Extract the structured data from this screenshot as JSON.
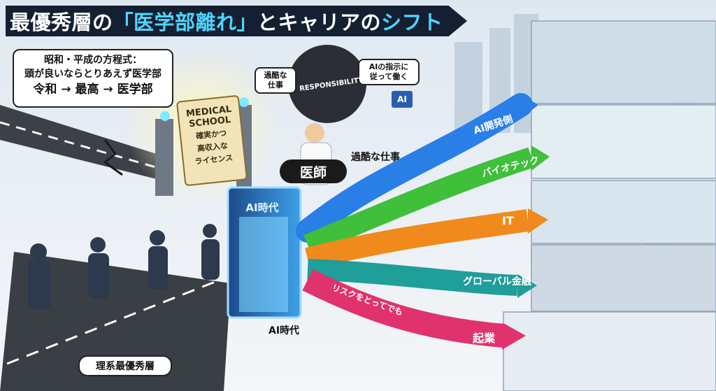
{
  "title": {
    "part1": "最優秀層の",
    "part2": "「医学部離れ」",
    "part3": "とキャリアの",
    "part4": "シフト"
  },
  "formula_box": {
    "line1": "昭和・平成の方程式：",
    "line2": "頭が良いならとりあえず医学部",
    "line3": "令和 → 最高 → 医学部"
  },
  "scroll": {
    "heading1": "MEDICAL",
    "heading2": "SCHOOL",
    "sub1": "確実かつ",
    "sub2": "高収入な",
    "sub3": "ライセンス"
  },
  "bubbles": {
    "heavy_work": "過酷な\n仕事",
    "ai_order": "AIの指示に\n従って働く",
    "ai_board": "AI"
  },
  "weight_label": "RESPONSIBILITY",
  "doctor_tag": "医師",
  "doctor_caption": "過酷な仕事",
  "gate_sign": "AI時代",
  "gate_caption": "AI時代",
  "bottom_tag": "理系最優秀層",
  "paths": [
    {
      "label": "AI開発側",
      "color": "#2a7fe6"
    },
    {
      "label": "バイオテック",
      "color": "#3fbf3a"
    },
    {
      "label": "IT",
      "color": "#f08a1c"
    },
    {
      "label": "グローバル金融",
      "color": "#1f9e9a"
    },
    {
      "label": "起業",
      "color": "#e0336e"
    }
  ],
  "risk_label": "リスクをとってでも",
  "colors": {
    "banner": "#142032",
    "highlight": "#4fd4ff"
  }
}
